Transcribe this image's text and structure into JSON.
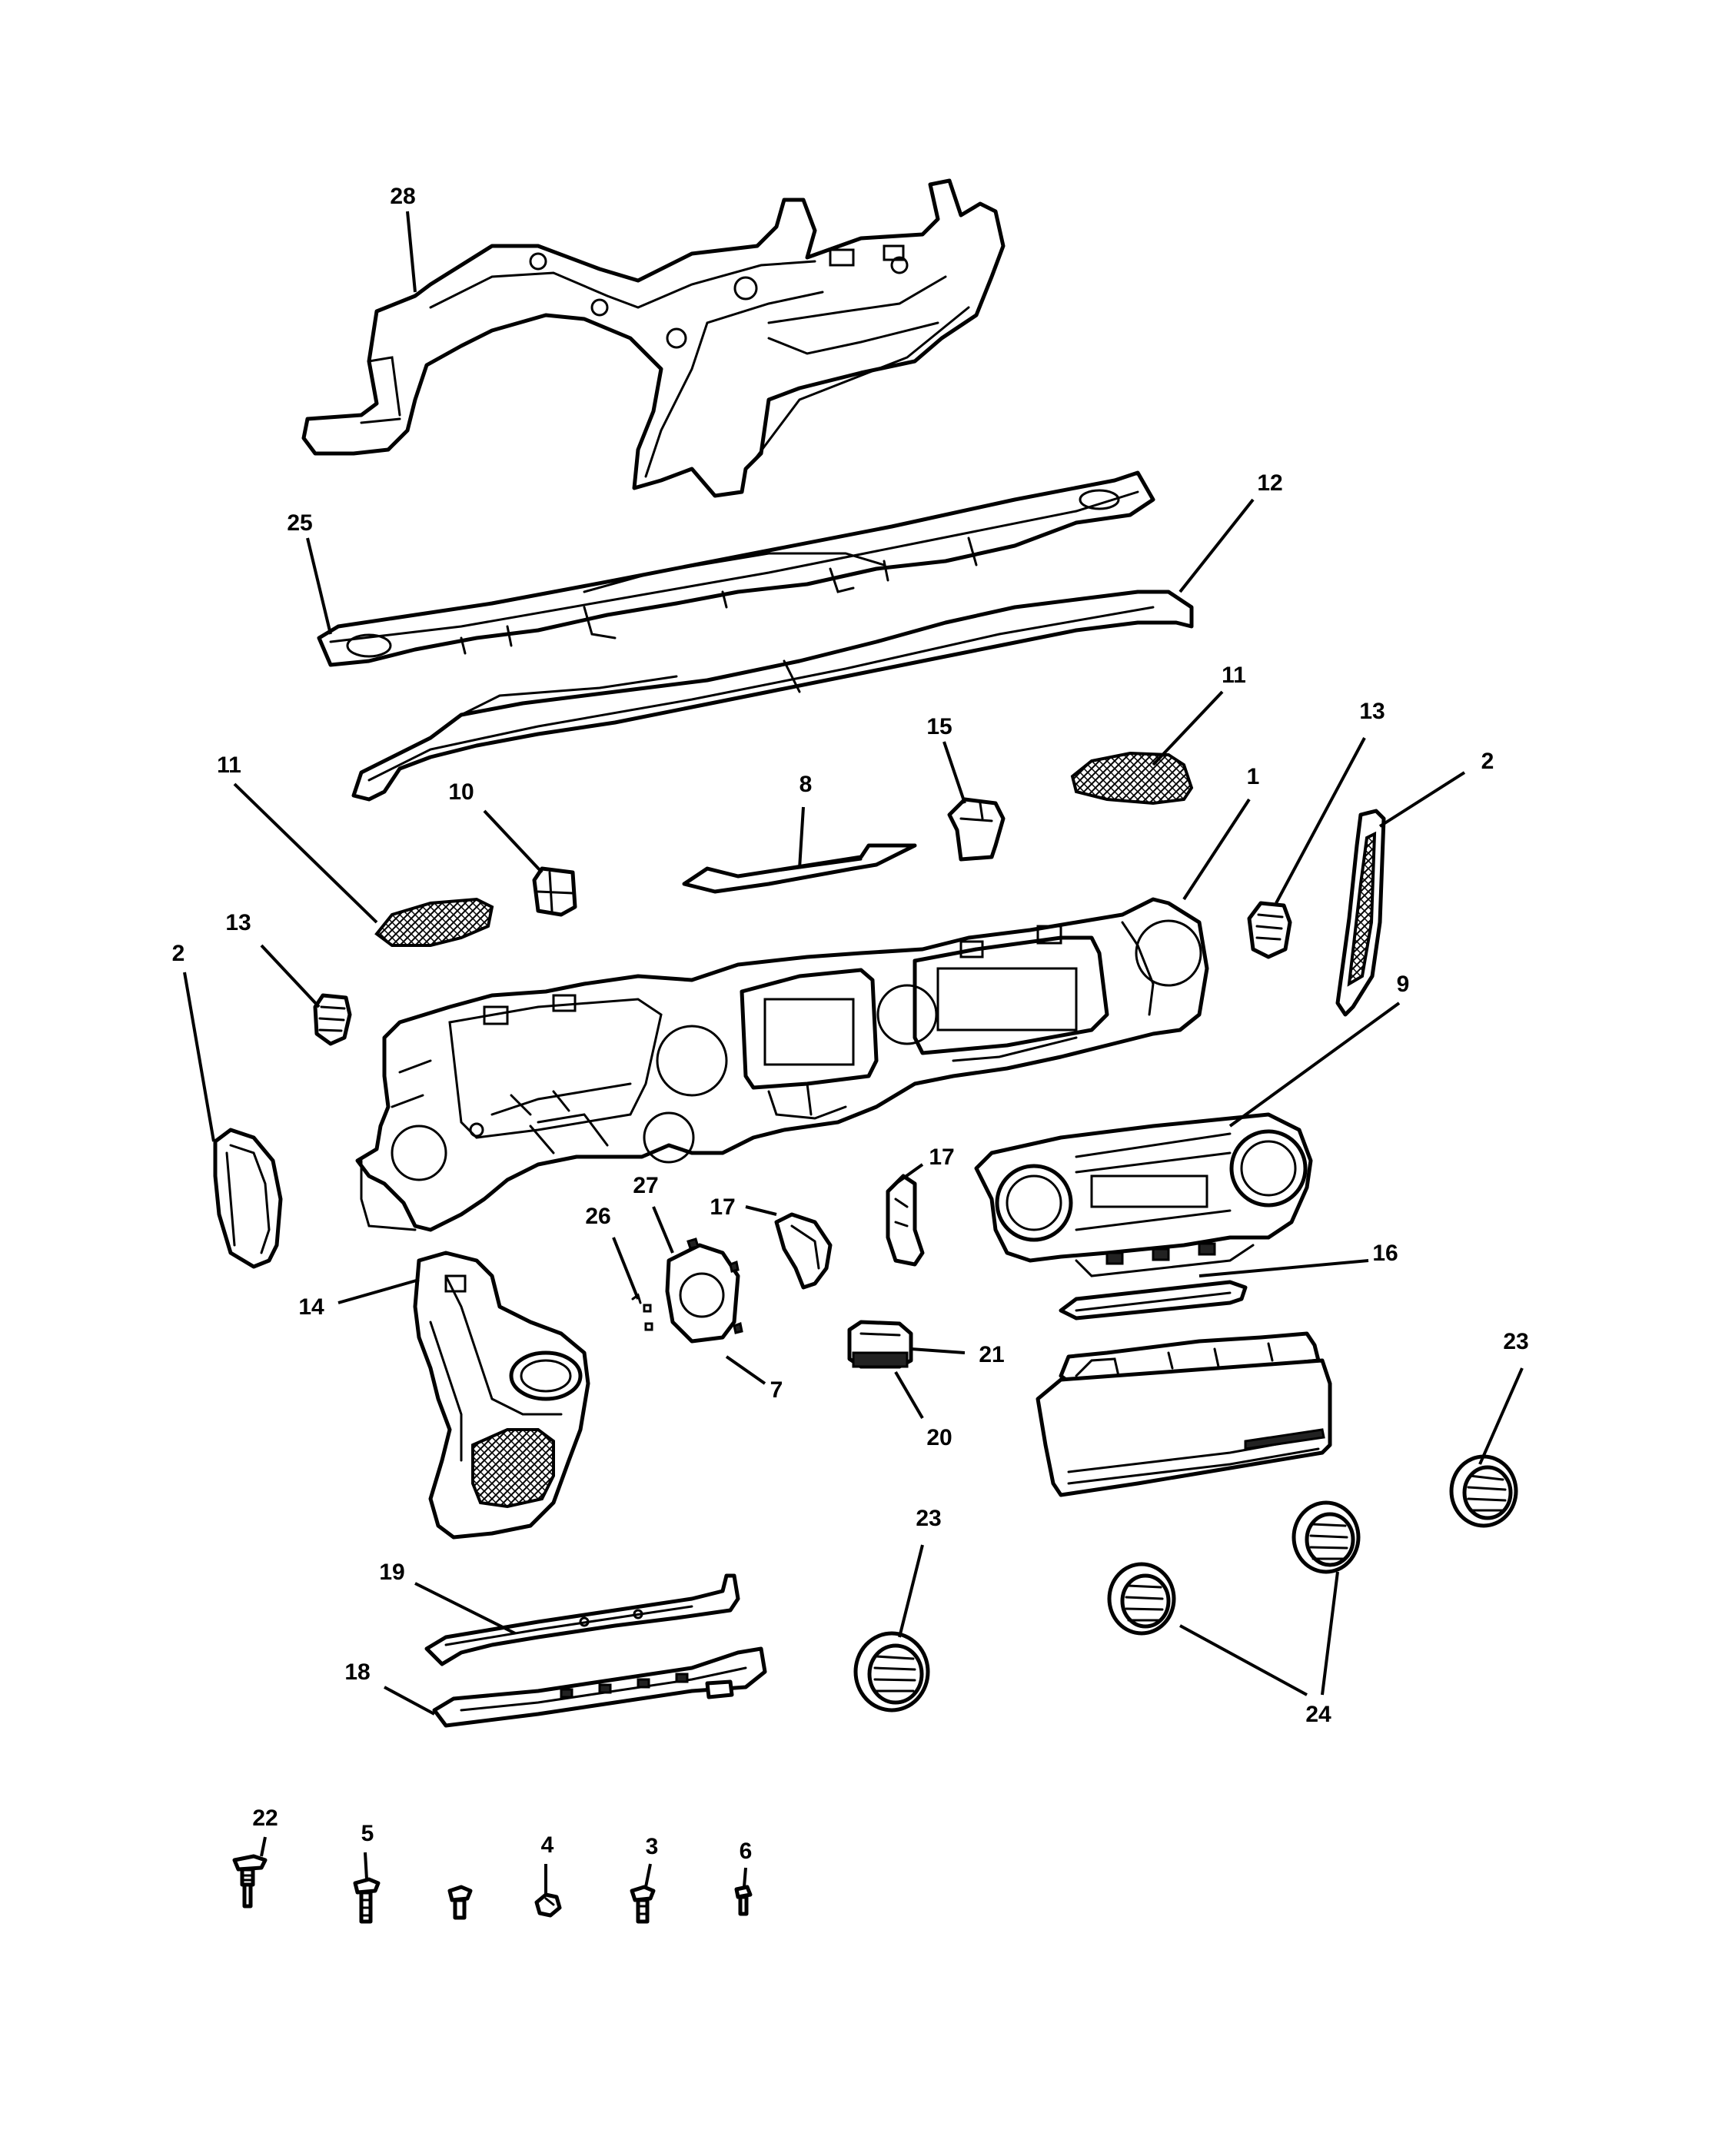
{
  "diagram": {
    "callouts": [
      {
        "id": "c28",
        "text": "28"
      },
      {
        "id": "c25",
        "text": "25"
      },
      {
        "id": "c12",
        "text": "12"
      },
      {
        "id": "c11a",
        "text": "11"
      },
      {
        "id": "c15",
        "text": "15"
      },
      {
        "id": "c13a",
        "text": "13"
      },
      {
        "id": "c2a",
        "text": "2"
      },
      {
        "id": "c8",
        "text": "8"
      },
      {
        "id": "c11b",
        "text": "11"
      },
      {
        "id": "c10",
        "text": "10"
      },
      {
        "id": "c1",
        "text": "1"
      },
      {
        "id": "c13b",
        "text": "13"
      },
      {
        "id": "c2b",
        "text": "2"
      },
      {
        "id": "c9",
        "text": "9"
      },
      {
        "id": "c17a",
        "text": "17"
      },
      {
        "id": "c27",
        "text": "27"
      },
      {
        "id": "c17b",
        "text": "17"
      },
      {
        "id": "c26",
        "text": "26"
      },
      {
        "id": "c16",
        "text": "16"
      },
      {
        "id": "c14",
        "text": "14"
      },
      {
        "id": "c21",
        "text": "21"
      },
      {
        "id": "c7",
        "text": "7"
      },
      {
        "id": "c23a",
        "text": "23"
      },
      {
        "id": "c20",
        "text": "20"
      },
      {
        "id": "c23b",
        "text": "23"
      },
      {
        "id": "c19",
        "text": "19"
      },
      {
        "id": "c18",
        "text": "18"
      },
      {
        "id": "c24",
        "text": "24"
      },
      {
        "id": "c22",
        "text": "22"
      },
      {
        "id": "c5",
        "text": "5"
      },
      {
        "id": "c4",
        "text": "4"
      },
      {
        "id": "c3",
        "text": "3"
      },
      {
        "id": "c6",
        "text": "6"
      }
    ]
  }
}
